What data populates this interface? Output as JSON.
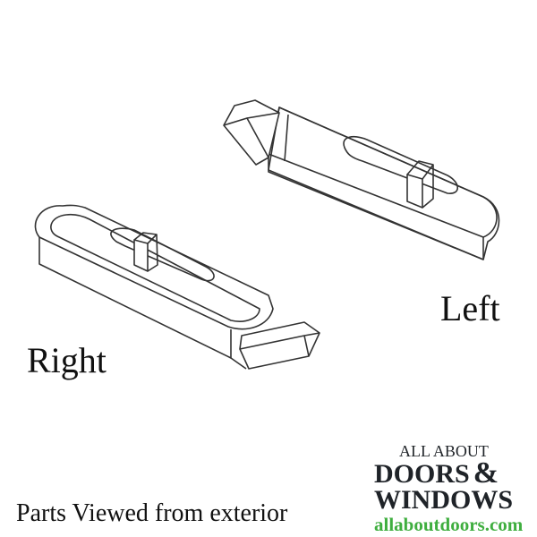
{
  "labels": {
    "left": "Left",
    "right": "Right",
    "caption": "Parts Viewed from exterior"
  },
  "logo": {
    "line1": "ALL ABOUT",
    "line2": "DOORS",
    "ampersand": "&",
    "line3": "WINDOWS",
    "url": "allaboutdoors.com",
    "url_color": "#3fae3f"
  }
}
